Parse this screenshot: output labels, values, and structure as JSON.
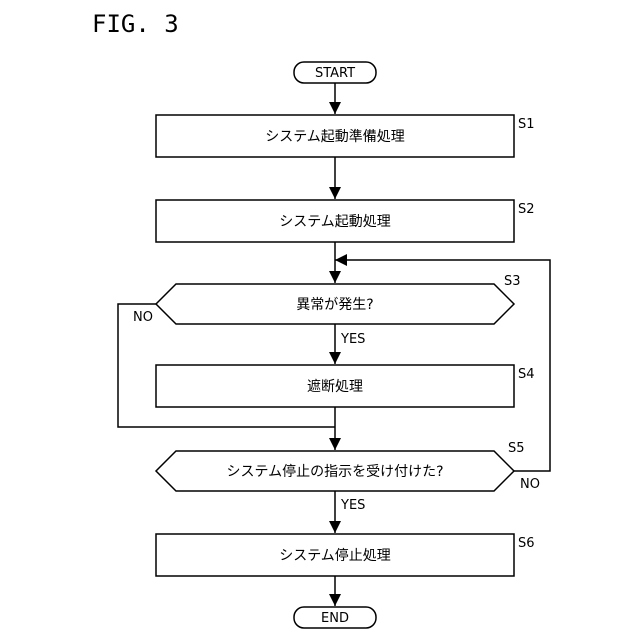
{
  "figure": {
    "title": "FIG. 3"
  },
  "terminals": {
    "start": "START",
    "end": "END"
  },
  "steps": {
    "s1": {
      "id": "S1",
      "text": "システム起動準備処理"
    },
    "s2": {
      "id": "S2",
      "text": "システム起動処理"
    },
    "s3": {
      "id": "S3",
      "text": "異常が発生?"
    },
    "s4": {
      "id": "S4",
      "text": "遮断処理"
    },
    "s5": {
      "id": "S5",
      "text": "システム停止の指示を受け付けた?"
    },
    "s6": {
      "id": "S6",
      "text": "システム停止処理"
    }
  },
  "branches": {
    "s3_yes": "YES",
    "s3_no": "NO",
    "s5_yes": "YES",
    "s5_no": "NO"
  }
}
